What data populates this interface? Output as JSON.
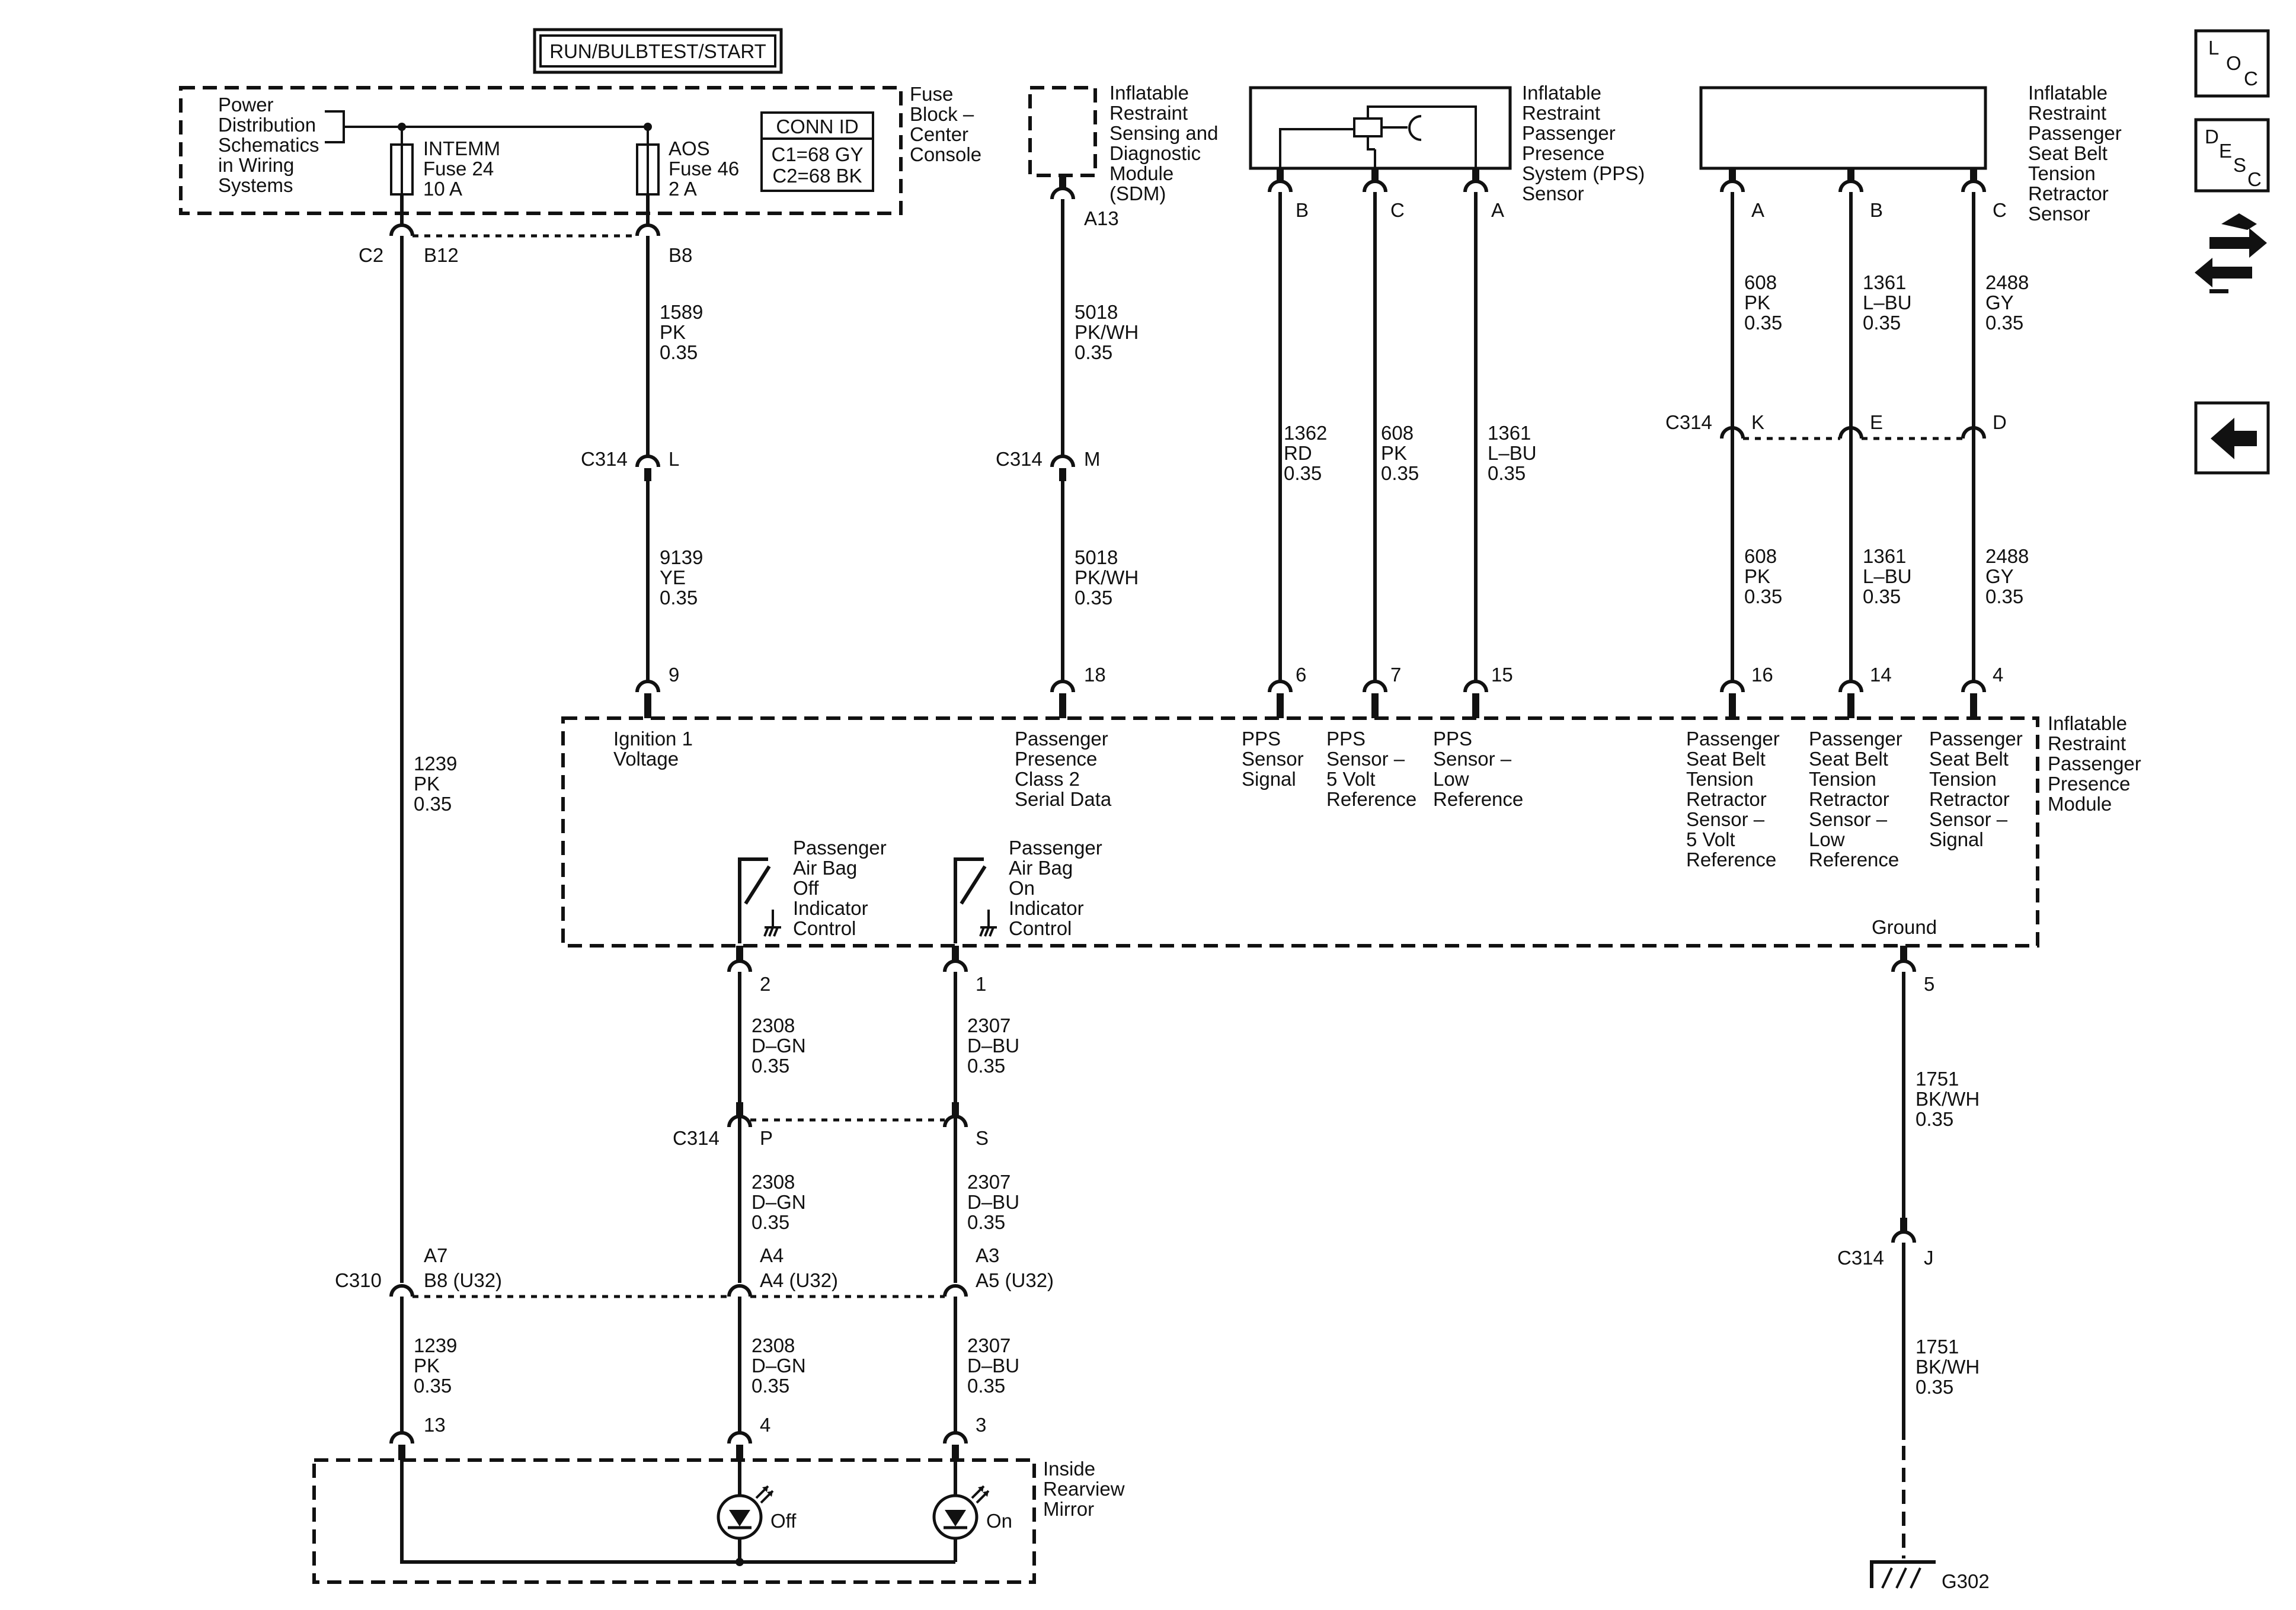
{
  "title_box": "RUN/BULBTEST/START",
  "labels": {
    "pds": [
      "Power",
      "Distribution",
      "Schematics",
      "in Wiring",
      "Systems"
    ],
    "fuse_block": [
      "Fuse",
      "Block –",
      "Center",
      "Console"
    ],
    "fuse1": [
      "INTEMM",
      "Fuse 24",
      "10 A"
    ],
    "fuse2": [
      "AOS",
      "Fuse 46",
      "2 A"
    ],
    "conn_id": {
      "title": "CONN ID",
      "c1": "C1=68 GY",
      "c2": "C2=68 BK"
    },
    "c2": "C2",
    "b12": "B12",
    "b8": "B8",
    "sdm": [
      "Inflatable",
      "Restraint",
      "Sensing and",
      "Diagnostic",
      "Module",
      "(SDM)"
    ],
    "a13": "A13",
    "pps_sensor": [
      "Inflatable",
      "Restraint",
      "Passenger",
      "Presence",
      "System (PPS)",
      "Sensor"
    ],
    "pps_pins": [
      "B",
      "C",
      "A"
    ],
    "sbt_sensor": [
      "Inflatable",
      "Restraint",
      "Passenger",
      "Seat Belt",
      "Tension",
      "Retractor",
      "Sensor"
    ],
    "sbt_pins": [
      "A",
      "B",
      "C"
    ],
    "c314": "C314",
    "c310": "C310",
    "pin_L": "L",
    "pin_M": "M",
    "c314_sbt_pins": [
      "K",
      "E",
      "D"
    ],
    "module_pins": [
      "9",
      "18",
      "6",
      "7",
      "15",
      "16",
      "14",
      "4"
    ],
    "ppm_functions": {
      "ign": [
        "Ignition 1",
        "Voltage"
      ],
      "serial": [
        "Passenger",
        "Presence",
        "Class 2",
        "Serial Data"
      ],
      "pps_sig": [
        "PPS",
        "Sensor",
        "Signal"
      ],
      "pps_5v": [
        "PPS",
        "Sensor –",
        "5 Volt",
        "Reference"
      ],
      "pps_low": [
        "PPS",
        "Sensor –",
        "Low",
        "Reference"
      ],
      "sbt_5v": [
        "Passenger",
        "Seat Belt",
        "Tension",
        "Retractor",
        "Sensor –",
        "5 Volt",
        "Reference"
      ],
      "sbt_low": [
        "Passenger",
        "Seat Belt",
        "Tension",
        "Retractor",
        "Sensor –",
        "Low",
        "Reference"
      ],
      "sbt_sig": [
        "Passenger",
        "Seat Belt",
        "Tension",
        "Retractor",
        "Sensor –",
        "Signal"
      ]
    },
    "ppm": [
      "Inflatable",
      "Restraint",
      "Passenger",
      "Presence",
      "Module"
    ],
    "off_ctrl": [
      "Passenger",
      "Air Bag",
      "Off",
      "Indicator",
      "Control"
    ],
    "on_ctrl": [
      "Passenger",
      "Air Bag",
      "On",
      "Indicator",
      "Control"
    ],
    "ground": "Ground",
    "pin_2": "2",
    "pin_1": "1",
    "pin_5": "5",
    "pin_P": "P",
    "pin_S": "S",
    "pin_J": "J",
    "c310_pins": {
      "a7": "A7",
      "b8u": "B8 (U32)",
      "a4": "A4",
      "a4u": "A4 (U32)",
      "a3": "A3",
      "a5u": "A5 (U32)"
    },
    "mirror_pins": [
      "13",
      "4",
      "3"
    ],
    "mirror": [
      "Inside",
      "Rearview",
      "Mirror"
    ],
    "led_off": "Off",
    "led_on": "On",
    "g302": "G302"
  },
  "wires": {
    "w1589": [
      "1589",
      "PK",
      "0.35"
    ],
    "w9139": [
      "9139",
      "YE",
      "0.35"
    ],
    "w5018a": [
      "5018",
      "PK/WH",
      "0.35"
    ],
    "w5018b": [
      "5018",
      "PK/WH",
      "0.35"
    ],
    "w1362": [
      "1362",
      "RD",
      "0.35"
    ],
    "w608": [
      "608",
      "PK",
      "0.35"
    ],
    "w1361": [
      "1361",
      "L–BU",
      "0.35"
    ],
    "sbt_top": [
      [
        "608",
        "PK",
        "0.35"
      ],
      [
        "1361",
        "L–BU",
        "0.35"
      ],
      [
        "2488",
        "GY",
        "0.35"
      ]
    ],
    "sbt_bot": [
      [
        "608",
        "PK",
        "0.35"
      ],
      [
        "1361",
        "L–BU",
        "0.35"
      ],
      [
        "2488",
        "GY",
        "0.35"
      ]
    ],
    "w1239a": [
      "1239",
      "PK",
      "0.35"
    ],
    "w1239b": [
      "1239",
      "PK",
      "0.35"
    ],
    "w2308": [
      [
        "2308",
        "D–GN",
        "0.35"
      ],
      [
        "2308",
        "D–GN",
        "0.35"
      ],
      [
        "2308",
        "D–GN",
        "0.35"
      ]
    ],
    "w2307": [
      [
        "2307",
        "D–BU",
        "0.35"
      ],
      [
        "2307",
        "D–BU",
        "0.35"
      ],
      [
        "2307",
        "D–BU",
        "0.35"
      ]
    ],
    "w1751": [
      [
        "1751",
        "BK/WH",
        "0.35"
      ],
      [
        "1751",
        "BK/WH",
        "0.35"
      ]
    ]
  },
  "nav": {
    "loc": [
      "L",
      "O",
      "C"
    ],
    "desc": [
      "D",
      "E",
      "S",
      "C"
    ]
  }
}
